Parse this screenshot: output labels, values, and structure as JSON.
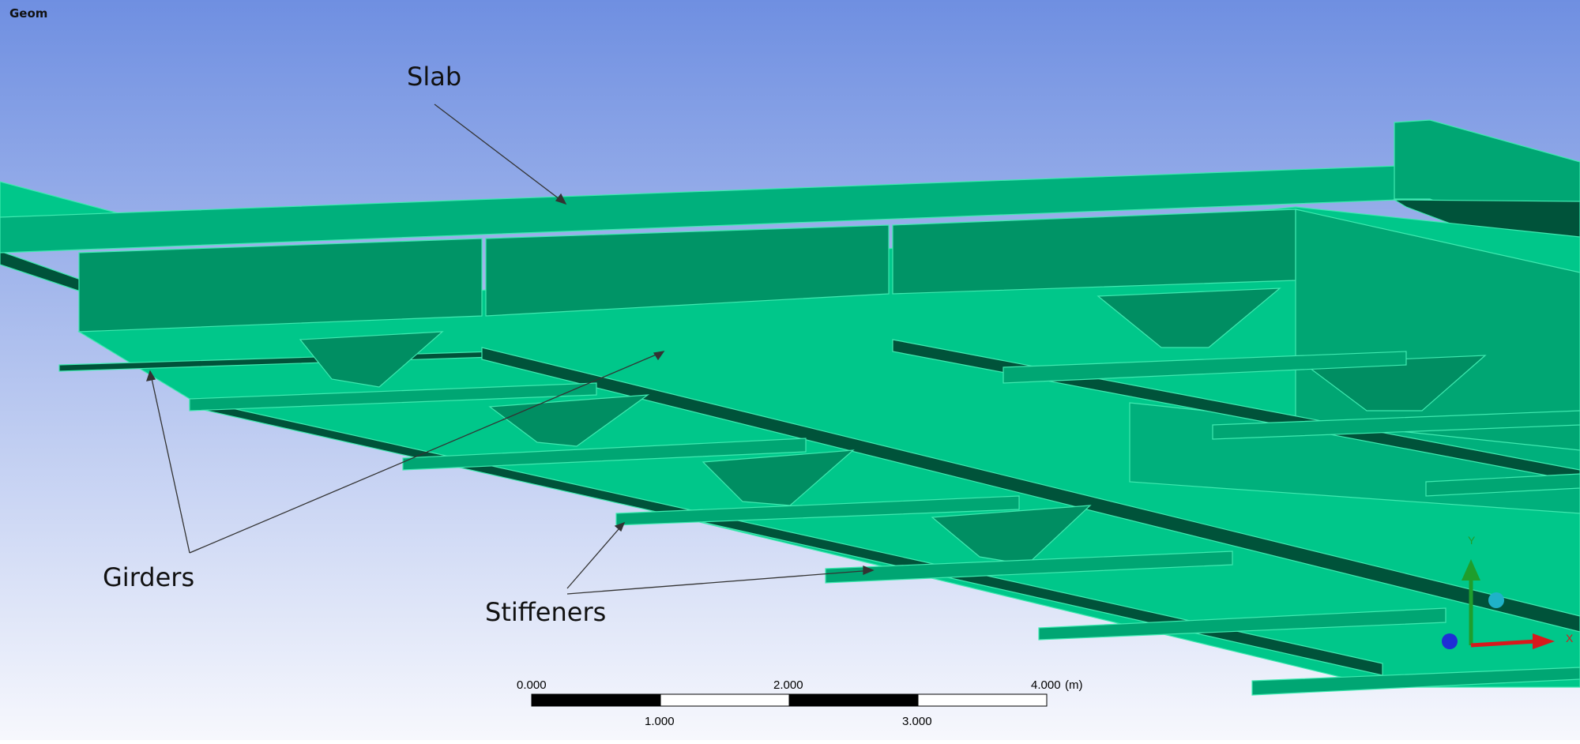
{
  "viewport": {
    "title": "Geom",
    "background_top": "#6f8fe1",
    "background_bottom": "#f7f8fd",
    "model_color": "#00c78a",
    "model_shade": "#008e62",
    "model_dark": "#00533a",
    "edge_color": "#3fe9b0"
  },
  "callouts": {
    "slab": "Slab",
    "girders": "Girders",
    "stiffeners": "Stiffeners"
  },
  "scale_bar": {
    "top_labels": [
      "0.000",
      "2.000",
      "4.000"
    ],
    "unit": "(m)",
    "bottom_labels": [
      "1.000",
      "3.000"
    ]
  },
  "triad": {
    "x_label": "X",
    "y_label": "Y",
    "x_color": "#d8191c",
    "y_color": "#1f9e2c",
    "z_color": "#1e2fd6",
    "iso_color": "#1fb2c9"
  }
}
